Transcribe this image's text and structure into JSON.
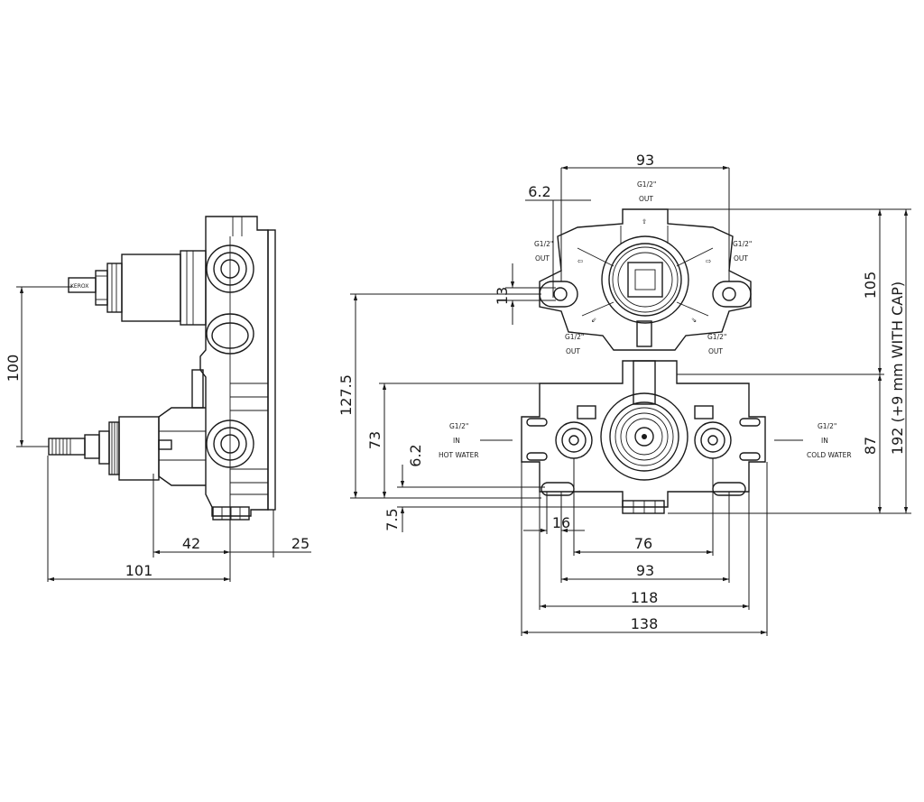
{
  "side_view": {
    "dimensions": {
      "height_100": "100",
      "depth_42": "42",
      "depth_25": "25",
      "overall_101": "101"
    },
    "brand_marking": "KEROX"
  },
  "front_view": {
    "dimensions": {
      "top_width": "93",
      "offset_top": "6.2",
      "hole_13": "13",
      "height_105": "105",
      "height_1275": "127.5",
      "height_73": "73",
      "offset_62": "6.2",
      "offset_75": "7.5",
      "width_16": "16",
      "width_76": "76",
      "width_93": "93",
      "width_118": "118",
      "width_138": "138",
      "height_87": "87",
      "height_192": "192 (+9 mm WITH CAP)"
    },
    "ports": {
      "top_size": "G1/2\"",
      "top_label": "OUT",
      "left_upper_size": "G1/2\"",
      "left_upper_label": "OUT",
      "right_upper_size": "G1/2\"",
      "right_upper_label": "OUT",
      "left_lower_size": "G1/2\"",
      "left_lower_label": "OUT",
      "right_lower_size": "G1/2\"",
      "right_lower_label": "OUT",
      "hot_size": "G1/2\"",
      "hot_in": "IN",
      "hot_label": "HOT WATER",
      "cold_size": "G1/2\"",
      "cold_in": "IN",
      "cold_label": "COLD WATER"
    }
  }
}
